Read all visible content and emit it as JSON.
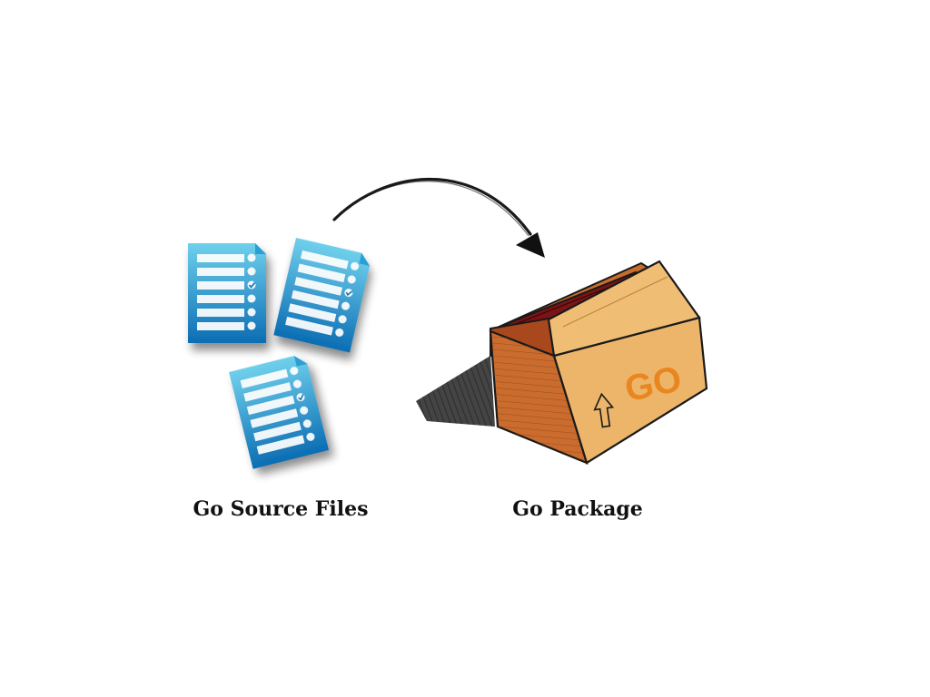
{
  "captions": {
    "source": "Go Source Files",
    "package": "Go Package"
  },
  "box": {
    "label": "GO"
  },
  "colors": {
    "doc_light": "#5ec8e6",
    "doc_dark": "#0d6fb4",
    "doc_row": "#ffffff",
    "box_front": "#c96c2e",
    "box_flap": "#edb56a",
    "box_inside": "#7b1416",
    "go_text": "#e8861f",
    "shadow": "#444444",
    "arrow": "#1a1a1a"
  },
  "icons": [
    "document-checklist-icon",
    "cardboard-box-icon",
    "curved-arrow-icon"
  ]
}
